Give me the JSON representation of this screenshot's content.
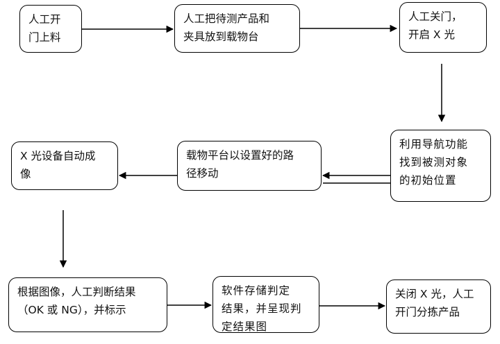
{
  "nodes": {
    "n1": {
      "lines": [
        "人工开",
        "门上料"
      ]
    },
    "n2": {
      "lines": [
        "人工把待测产品和",
        "夹具放到载物台"
      ]
    },
    "n3": {
      "lines": [
        "人工关门，",
        "开启 X 光"
      ]
    },
    "n4": {
      "lines": [
        "利用导航功能",
        "找到被测对象",
        "的初始位置"
      ]
    },
    "n5": {
      "lines": [
        "载物平台以设置好的路",
        "径移动"
      ]
    },
    "n6": {
      "lines": [
        "X 光设备自动成",
        "像"
      ]
    },
    "n7": {
      "lines": [
        "根据图像，人工判断结果",
        "（OK 或 NG），并标示"
      ]
    },
    "n8": {
      "lines": [
        "软件存储判定",
        "结果，并呈现判",
        "定结果图"
      ]
    },
    "n9": {
      "lines": [
        "关闭 X 光，人工",
        "开门分拣产品"
      ]
    }
  },
  "colors": {
    "stroke": "#000000",
    "text": "#111111",
    "background": "#ffffff"
  }
}
